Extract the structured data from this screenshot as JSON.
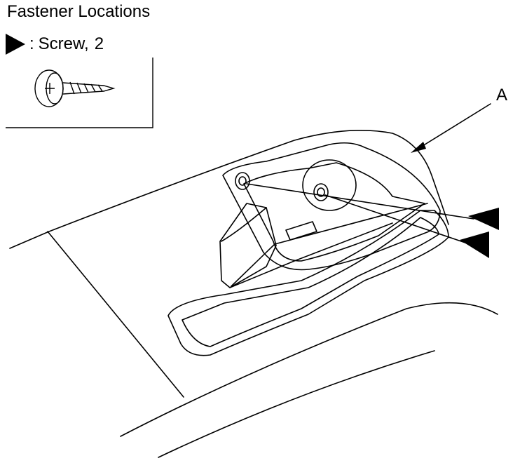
{
  "title": "Fastener Locations",
  "legend": {
    "separator": ":",
    "fastener_label": "Screw,",
    "count": "2",
    "marker_icon": "filled-triangle-pointer-icon",
    "fastener_icon": "screw-icon"
  },
  "callouts": [
    {
      "id": "A",
      "label": "A",
      "refers_to": "interior-handle-trim"
    }
  ],
  "pointers": [
    {
      "icon": "screw-location-pointer-icon",
      "target": "upper-screw"
    },
    {
      "icon": "screw-location-pointer-icon",
      "target": "lower-screw"
    }
  ],
  "colors": {
    "line": "#000000",
    "background": "#ffffff"
  }
}
